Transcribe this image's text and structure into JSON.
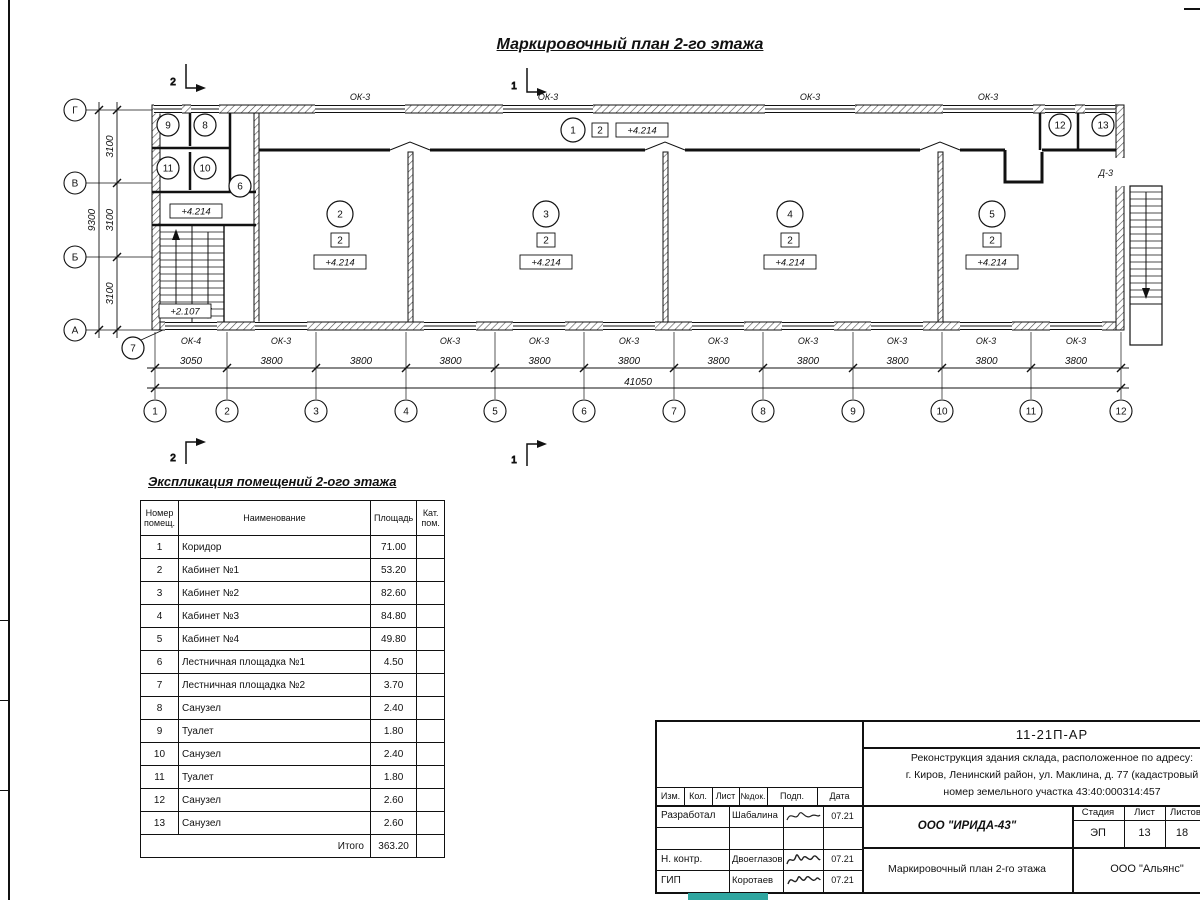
{
  "sheet": {
    "plan_title": "Маркировочный план 2-го этажа",
    "schedule_title": "Экспликация помещений 2-ого этажа"
  },
  "plan": {
    "row_axes": [
      "Г",
      "В",
      "Б",
      "А"
    ],
    "col_axes": [
      "1",
      "2",
      "3",
      "4",
      "5",
      "6",
      "7",
      "8",
      "9",
      "10",
      "11",
      "12"
    ],
    "rooms": [
      "1",
      "2",
      "3",
      "4",
      "5",
      "6",
      "7",
      "8",
      "9",
      "10",
      "11",
      "12",
      "13"
    ],
    "dims_bottom": [
      "3050",
      "3800",
      "3800",
      "3800",
      "3800",
      "3800",
      "3800",
      "3800",
      "3800",
      "3800",
      "3800"
    ],
    "dim_total_bottom": "41050",
    "dims_left": [
      "3100",
      "3100",
      "3100"
    ],
    "dim_total_left": "9300",
    "win_top": [
      "ОК-3",
      "ОК-3",
      "ОК-3",
      "ОК-3"
    ],
    "win_bottom": [
      "ОК-4",
      "ОК-3",
      "ОК-3",
      "ОК-3",
      "ОК-3",
      "ОК-3",
      "ОК-3",
      "ОК-3",
      "ОК-3",
      "ОК-3"
    ],
    "door_label": "Д-3",
    "level_tag": "2",
    "elevation": "+4.214",
    "stair_elevation": "+2.107",
    "section_1": "1",
    "section_2": "2"
  },
  "schedule": {
    "headers": {
      "num": "Номер помещ.",
      "name": "Наименование",
      "area": "Площадь",
      "cat": "Кат. пом."
    },
    "rows": [
      [
        "1",
        "Коридор",
        "71.00"
      ],
      [
        "2",
        "Кабинет №1",
        "53.20"
      ],
      [
        "3",
        "Кабинет №2",
        "82.60"
      ],
      [
        "4",
        "Кабинет №3",
        "84.80"
      ],
      [
        "5",
        "Кабинет №4",
        "49.80"
      ],
      [
        "6",
        "Лестничная площадка №1",
        "4.50"
      ],
      [
        "7",
        "Лестничная площадка №2",
        "3.70"
      ],
      [
        "8",
        "Санузел",
        "2.40"
      ],
      [
        "9",
        "Туалет",
        "1.80"
      ],
      [
        "10",
        "Санузел",
        "2.40"
      ],
      [
        "11",
        "Туалет",
        "1.80"
      ],
      [
        "12",
        "Санузел",
        "2.60"
      ],
      [
        "13",
        "Санузел",
        "2.60"
      ]
    ],
    "total_label": "Итого",
    "total_area": "363.20"
  },
  "titleblock": {
    "doc_number": "11-21П-АР",
    "desc_line1": "Реконструкция здания склада, расположенное по адресу:",
    "desc_line2": "г. Киров, Ленинский район, ул. Маклина, д. 77 (кадастровый",
    "desc_line3": "номер земельного участка 43:40:000314:457",
    "rev_cols": [
      "Изм.",
      "Кол.",
      "Лист",
      "№док.",
      "Подп.",
      "Дата"
    ],
    "signers": [
      {
        "role": "Разработал",
        "name": "Шабалина",
        "date": "07.21"
      },
      {
        "role": "Н. контр.",
        "name": "Двоеглазов",
        "date": "07.21"
      },
      {
        "role": "ГИП",
        "name": "Коротаев",
        "date": "07.21"
      }
    ],
    "company": "ООО \"ИРИДА-43\"",
    "sheet_title": "Маркировочный план 2-го этажа",
    "stage_label": "Стадия",
    "sheet_label": "Лист",
    "sheets_label": "Листов",
    "stage": "ЭП",
    "sheet": "13",
    "sheets": "18",
    "contractor": "ООО \"Альянс\""
  }
}
